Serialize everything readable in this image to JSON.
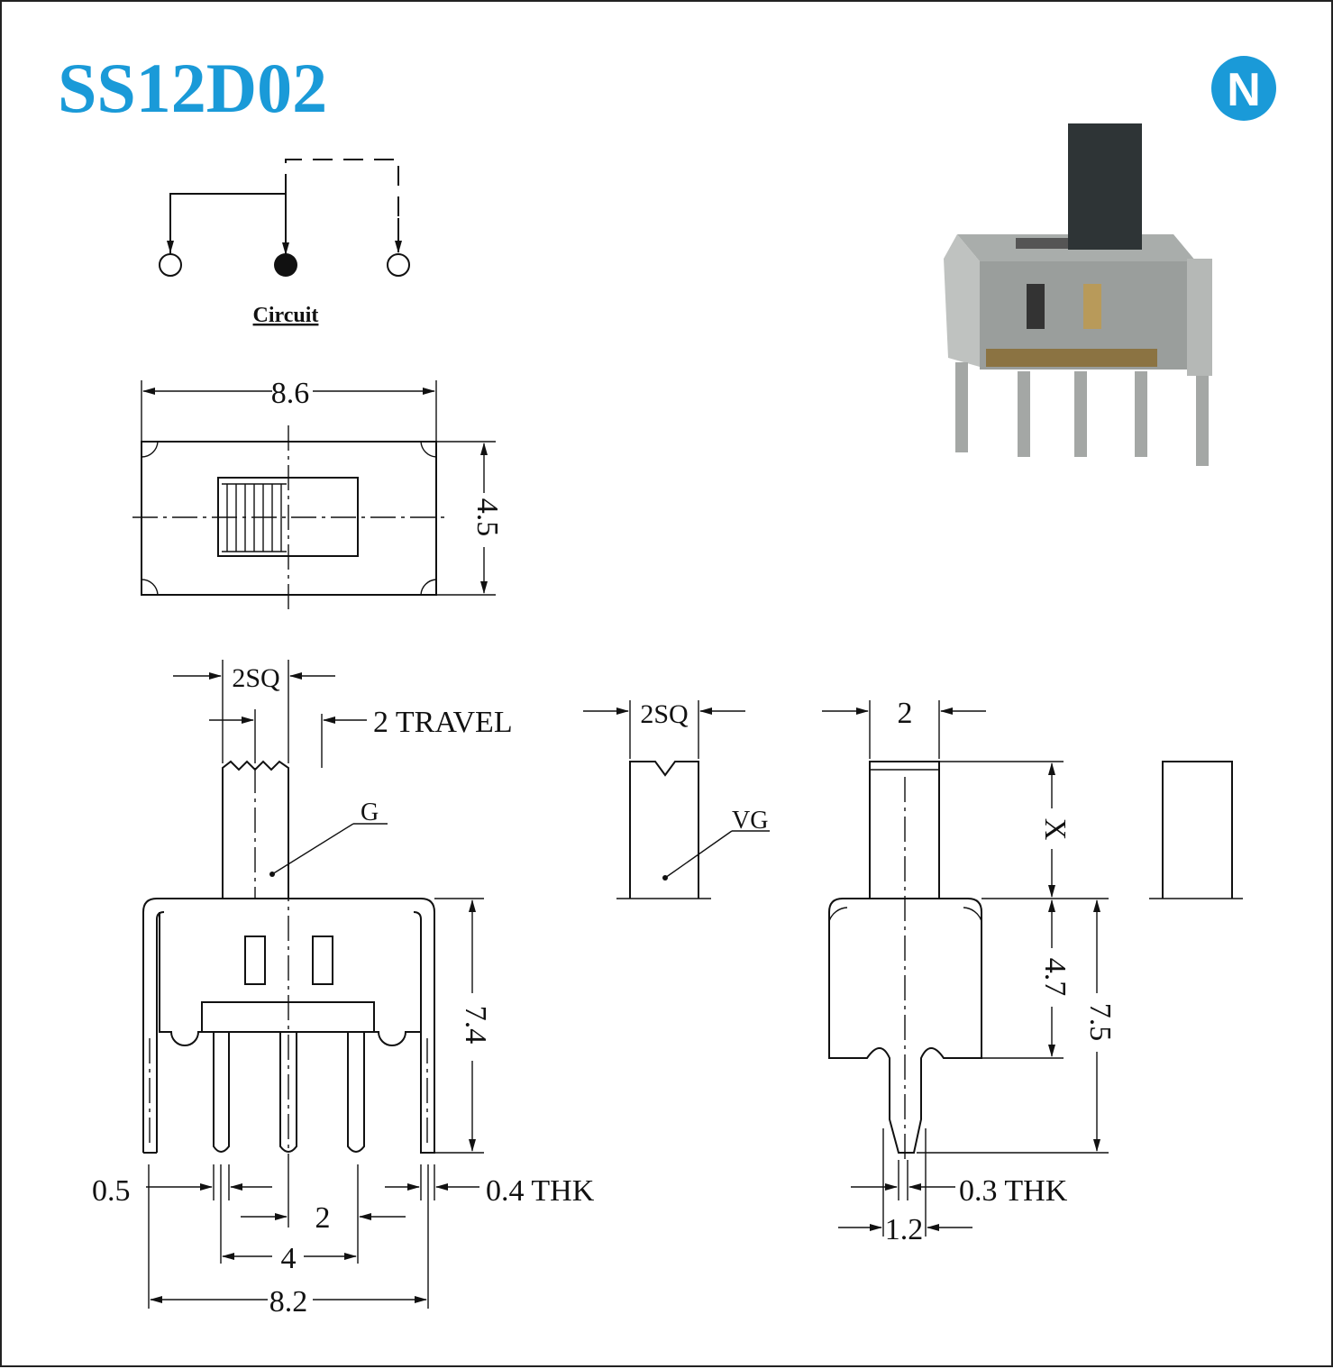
{
  "title": "SS12D02",
  "brand_color": "#1a9ad8",
  "logo_letter": "N",
  "circuit_label": "Circuit",
  "top_view": {
    "width_dim": "8.6",
    "height_dim": "4.5"
  },
  "front_view": {
    "actuator_dim": "2SQ",
    "travel_dim": "2 TRAVEL",
    "actuator_type": "G",
    "height_dim": "7.4",
    "terminal_width_dim": "0.5",
    "thickness_dim": "0.4 THK",
    "pitch_dim": "2",
    "pitch_total_dim": "4",
    "overall_width_dim": "8.2"
  },
  "alt_actuator_view": {
    "actuator_dim": "2SQ",
    "actuator_type": "VG"
  },
  "side_view": {
    "actuator_dim": "2",
    "actuator_height_dim": "X",
    "body_height_dim": "4.7",
    "overall_height_dim": "7.5",
    "thickness_dim": "0.3 THK",
    "pin_width_dim": "1.2"
  }
}
